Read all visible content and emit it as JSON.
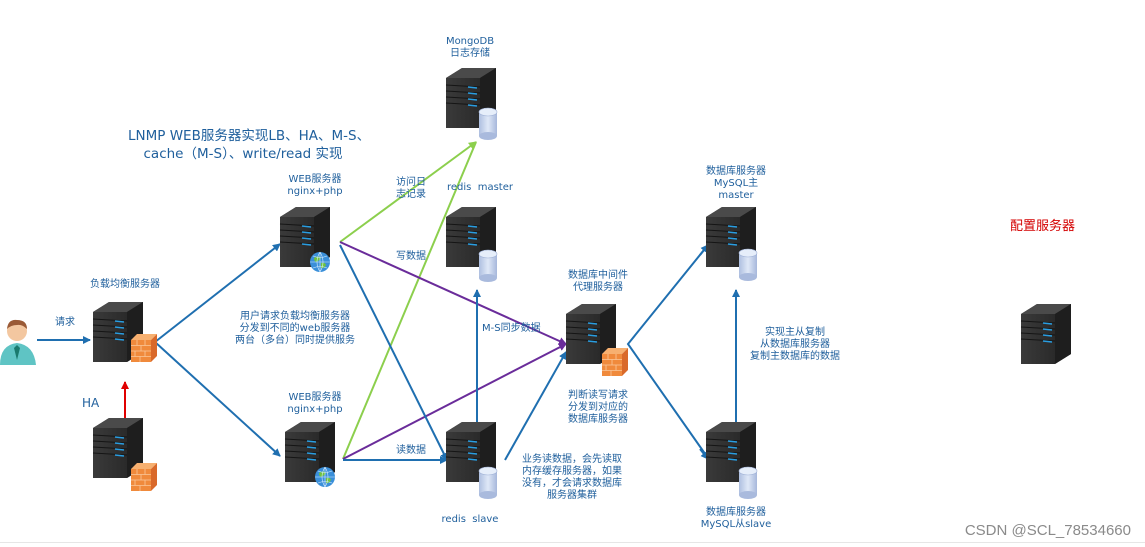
{
  "title": "LNMP WEB服务器实现LB、HA、M-S、\ncache（M-S）、write/read 实现",
  "config_server_label": "配置服务器",
  "ha_label": "HA",
  "watermark": "CSDN @SCL_78534660",
  "colors": {
    "text": "#1f5f9c",
    "blue_line": "#1f6fb0",
    "green_line": "#8ccf4d",
    "purple_line": "#6a2c9a",
    "red_line": "#e00000",
    "config_title": "#d40000"
  },
  "nodes": {
    "user": {
      "label": "",
      "icon": "user-icon"
    },
    "load_balancer": {
      "label": "负载均衡服务器",
      "icon": "server-firewall-icon"
    },
    "ha_backup": {
      "label": "",
      "icon": "server-firewall-icon"
    },
    "web1": {
      "label": "WEB服务器\nnginx+php",
      "icon": "server-globe-icon"
    },
    "web2": {
      "label": "WEB服务器\nnginx+php",
      "icon": "server-globe-icon"
    },
    "mongodb": {
      "label": "MongoDB\n日志存储",
      "icon": "server-db-icon"
    },
    "redis_master": {
      "label": "redis  master",
      "icon": "server-db-icon"
    },
    "redis_slave": {
      "label": "redis  slave",
      "icon": "server-db-icon"
    },
    "db_proxy": {
      "label": "数据库中间件\n代理服务器",
      "icon": "server-firewall-icon"
    },
    "mysql_master": {
      "label": "数据库服务器\nMySQL主\nmaster",
      "icon": "server-db-icon"
    },
    "mysql_slave": {
      "label": "数据库服务器\nMySQL从slave",
      "icon": "server-db-icon"
    },
    "config_server": {
      "label": "",
      "icon": "server-icon"
    }
  },
  "edge_labels": {
    "request": "请求",
    "lb_desc": "用户请求负载均衡服务器\n分发到不同的web服务器\n两台（多台）同时提供服务",
    "access_log": "访问日\n志记录",
    "write_data": "写数据",
    "ms_sync": "M-S同步数据",
    "read_data": "读数据",
    "proxy_desc": "判断读写请求\n分发到对应的\n数据库服务器",
    "cache_desc": "业务读数据，会先读取\n内存缓存服务器，如果\n没有，才会请求数据库\n服务器集群",
    "replication_desc": "实现主从复制\n从数据库服务器\n复制主数据库的数据"
  }
}
